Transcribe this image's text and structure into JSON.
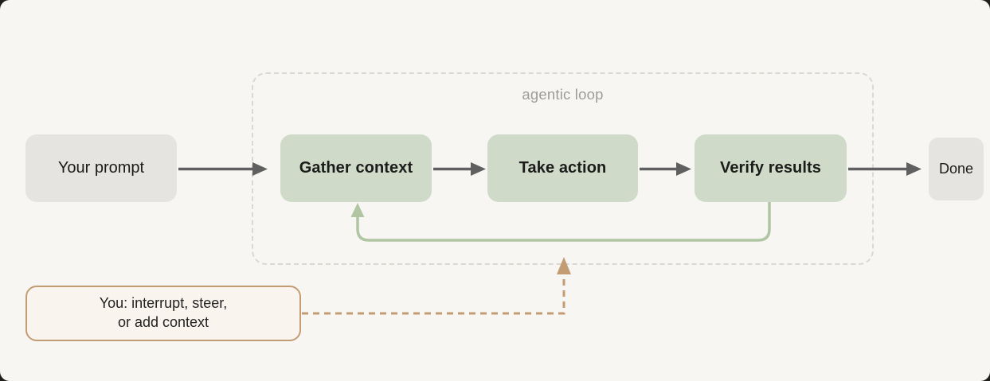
{
  "diagram": {
    "title": "agentic loop",
    "nodes": [
      {
        "id": "your-prompt",
        "label": "Your prompt",
        "style": "gray"
      },
      {
        "id": "gather-context",
        "label": "Gather context",
        "style": "green"
      },
      {
        "id": "take-action",
        "label": "Take action",
        "style": "green"
      },
      {
        "id": "verify-results",
        "label": "Verify results",
        "style": "green"
      },
      {
        "id": "done",
        "label": "Done",
        "style": "gray"
      }
    ],
    "edges": [
      {
        "from": "your-prompt",
        "to": "gather-context",
        "style": "solid-gray"
      },
      {
        "from": "gather-context",
        "to": "take-action",
        "style": "solid-gray"
      },
      {
        "from": "take-action",
        "to": "verify-results",
        "style": "solid-gray"
      },
      {
        "from": "verify-results",
        "to": "done",
        "style": "solid-gray"
      },
      {
        "from": "verify-results",
        "to": "gather-context",
        "style": "solid-green-feedback"
      },
      {
        "from": "you-note",
        "to": "agentic-loop",
        "style": "dashed-tan"
      }
    ],
    "you_note": {
      "line1": "You: interrupt, steer,",
      "line2": "or add context"
    }
  },
  "colors": {
    "bg": "#f7f6f3",
    "gray-box": "#e5e4e0",
    "green-box": "#cfdac8",
    "ink": "#1b1b1a",
    "arrow": "#606060",
    "loop": "#b0c6a2",
    "tan": "#c49c73",
    "cream": "#faf4ee",
    "dash": "#d9d8d3",
    "muted": "#9d9c98"
  }
}
